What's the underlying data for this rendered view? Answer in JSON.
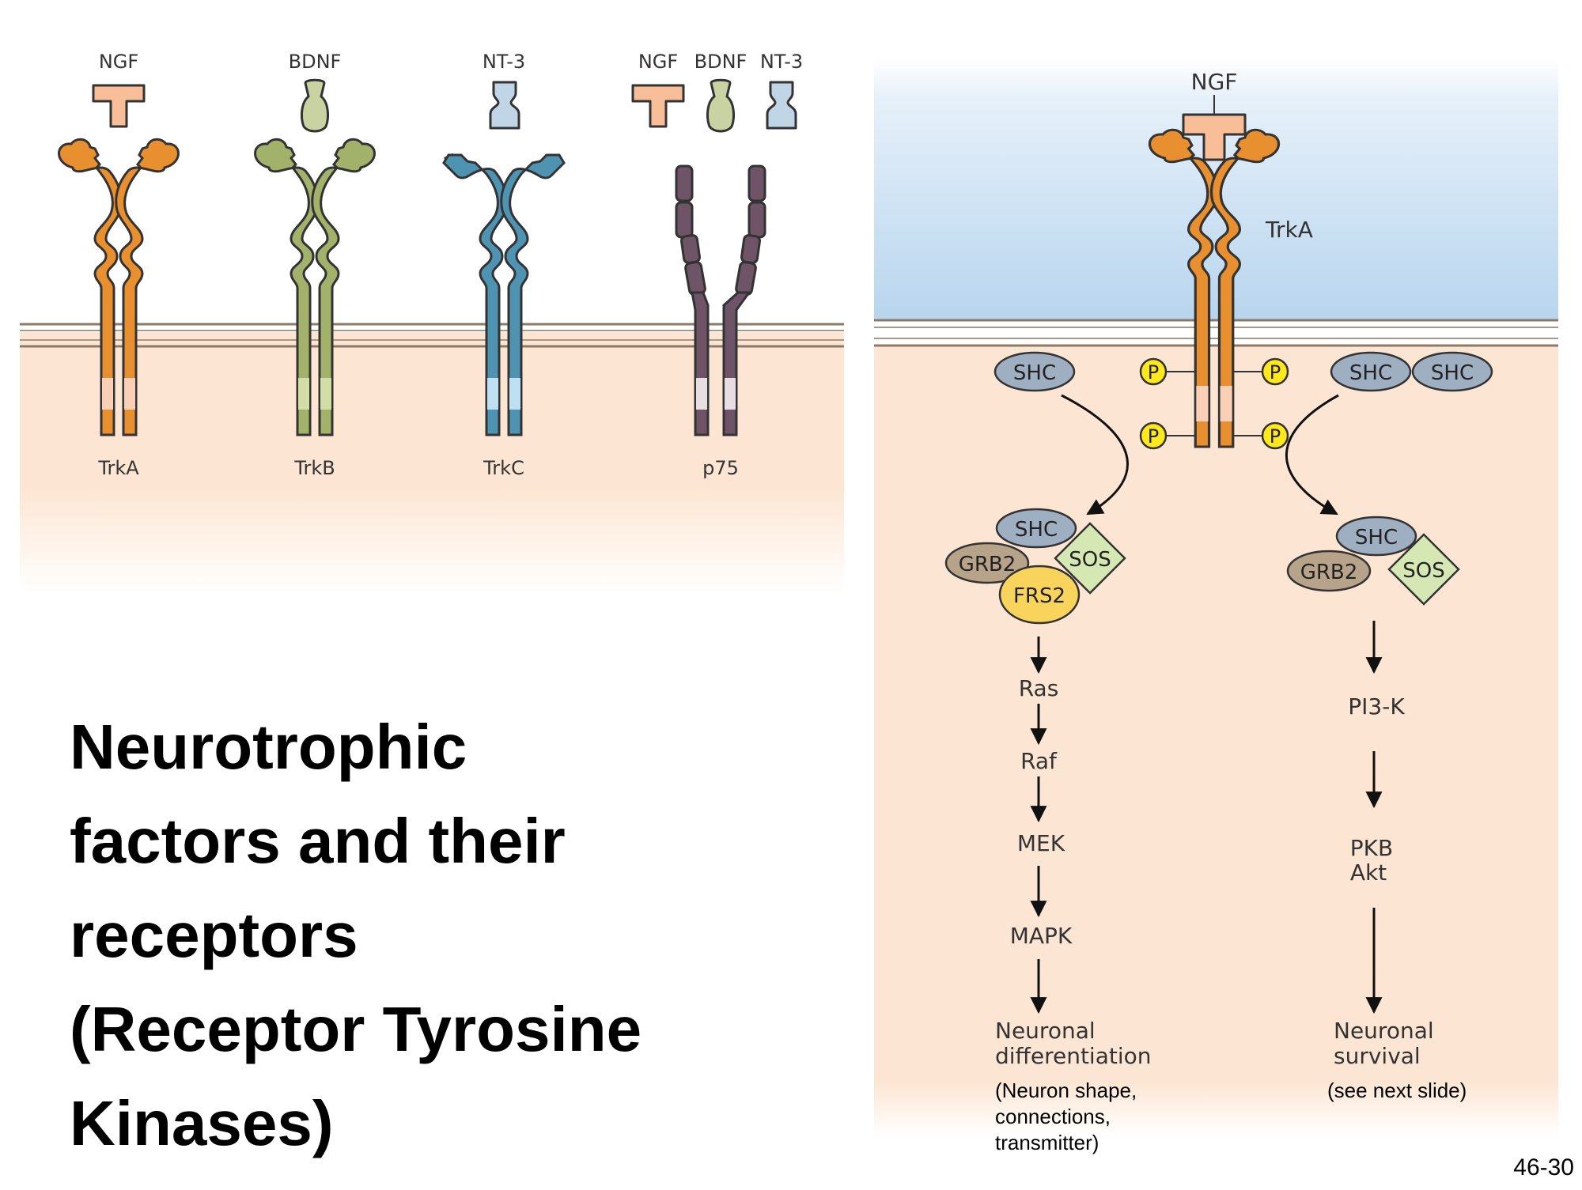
{
  "title_lines": [
    "Neurotrophic",
    "factors and their",
    "receptors",
    "(Receptor Tyrosine",
    "Kinases)"
  ],
  "slide_number": "46-30",
  "left_panel": {
    "ligands": {
      "trka": "NGF",
      "trkb": "BDNF",
      "trkc": "NT-3",
      "p75": [
        "NGF",
        "BDNF",
        "NT-3"
      ]
    },
    "receptors": [
      "TrkA",
      "TrkB",
      "TrkC",
      "p75"
    ]
  },
  "right_panel": {
    "ligand": "NGF",
    "receptor": "TrkA",
    "phospho": [
      "P",
      "P",
      "P",
      "P"
    ],
    "adaptors": {
      "left_shc": "SHC",
      "right_shc": [
        "SHC",
        "SHC"
      ]
    },
    "left_complex": {
      "shc": "SHC",
      "grb2": "GRB2",
      "sos": "SOS",
      "frs2": "FRS2"
    },
    "right_complex": {
      "shc": "SHC",
      "grb2": "GRB2",
      "sos": "SOS"
    },
    "left_pathway": [
      "Ras",
      "Raf",
      "MEK",
      "MAPK"
    ],
    "left_outcome": [
      "Neuronal",
      "differentiation"
    ],
    "left_note": [
      "(Neuron shape,",
      "connections,",
      "transmitter)"
    ],
    "right_pathway": [
      "PI3-K",
      "PKB",
      "Akt"
    ],
    "right_outcome": [
      "Neuronal",
      "survival"
    ],
    "right_note": "(see next slide)"
  },
  "colors": {
    "trka": "#E8902F",
    "trkb": "#A3B26A",
    "trkc": "#4F93B2",
    "p75": "#6E5466",
    "ngf": "#F7BE98",
    "bdnf": "#C9D3A1",
    "nt3": "#C0D6E6",
    "cytoplasm": "#FCE6D3",
    "extracellular": "#B8D5EE",
    "shc": "#9EAFC1",
    "grb2": "#B6A389",
    "sos": "#D5E8B4",
    "frs2": "#F8D45C",
    "phospho": "#FFE81C"
  }
}
